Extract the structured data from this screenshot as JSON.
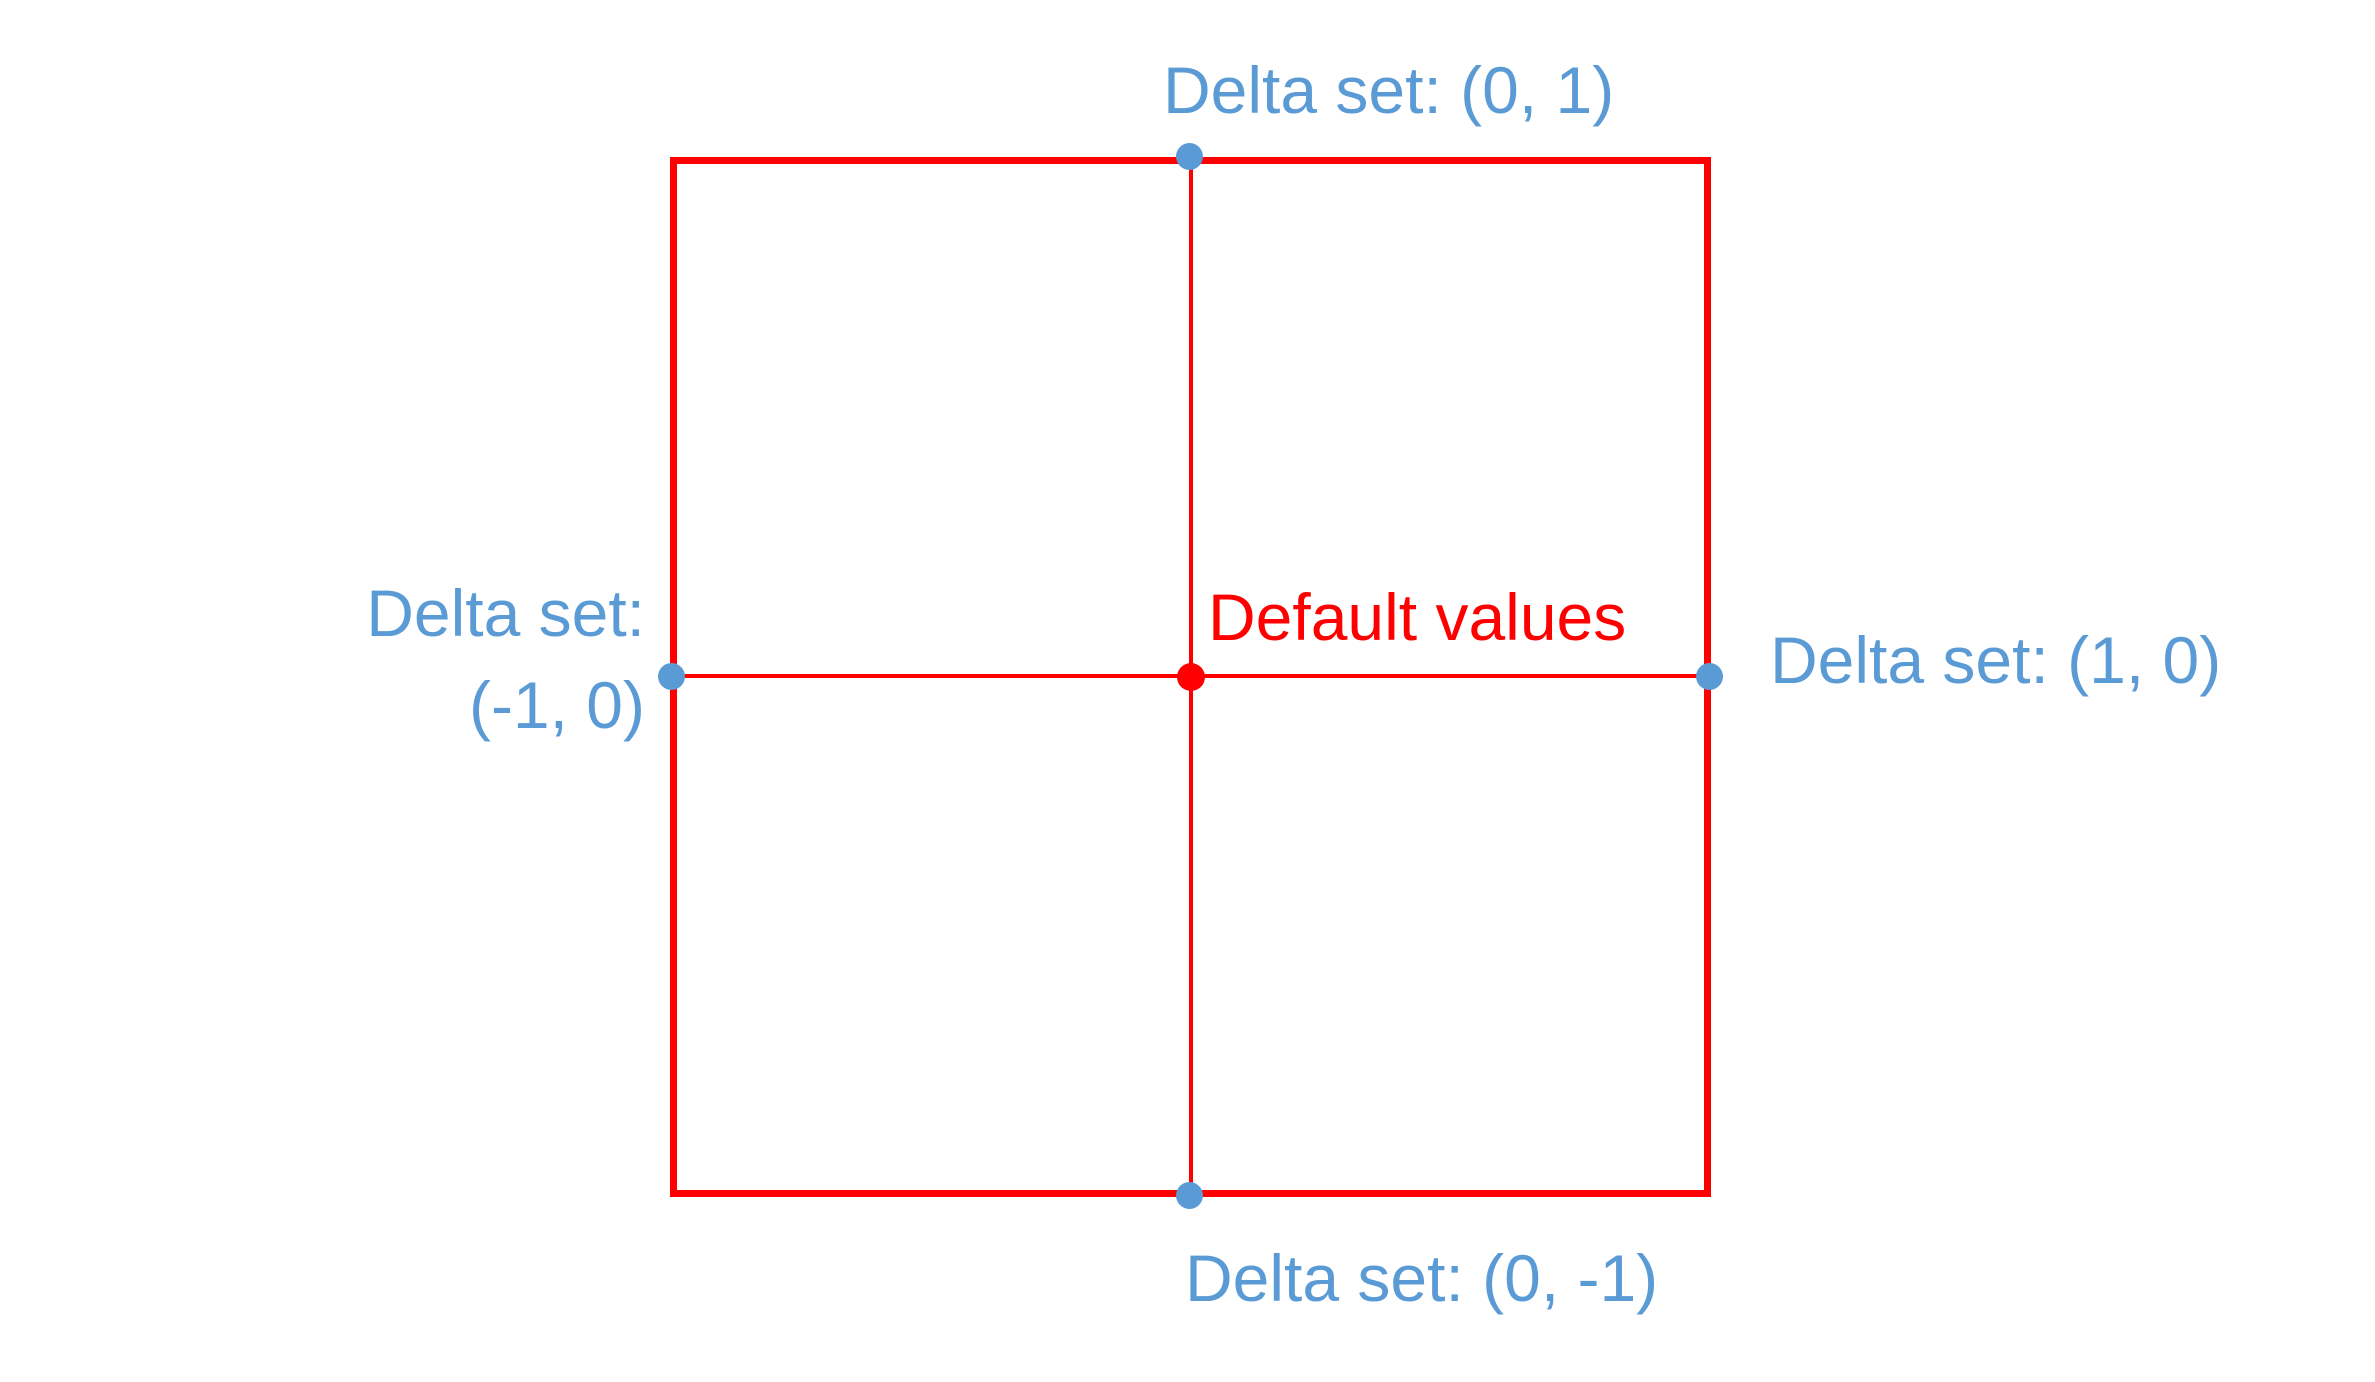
{
  "diagram": {
    "colors": {
      "accent_blue": "#5B9BD5",
      "accent_red": "#FF0000",
      "background": "#FFFFFF"
    },
    "center": {
      "label": "Default values"
    },
    "nodes": {
      "top": {
        "label": "Delta set: (0, 1)",
        "delta": [
          0,
          1
        ]
      },
      "right": {
        "label": "Delta set: (1, 0)",
        "delta": [
          1,
          0
        ]
      },
      "bottom": {
        "label": "Delta set: (0, -1)",
        "delta": [
          0,
          -1
        ]
      },
      "left": {
        "label_line1": "Delta set:",
        "label_line2": "(-1, 0)",
        "delta": [
          -1,
          0
        ]
      }
    }
  }
}
